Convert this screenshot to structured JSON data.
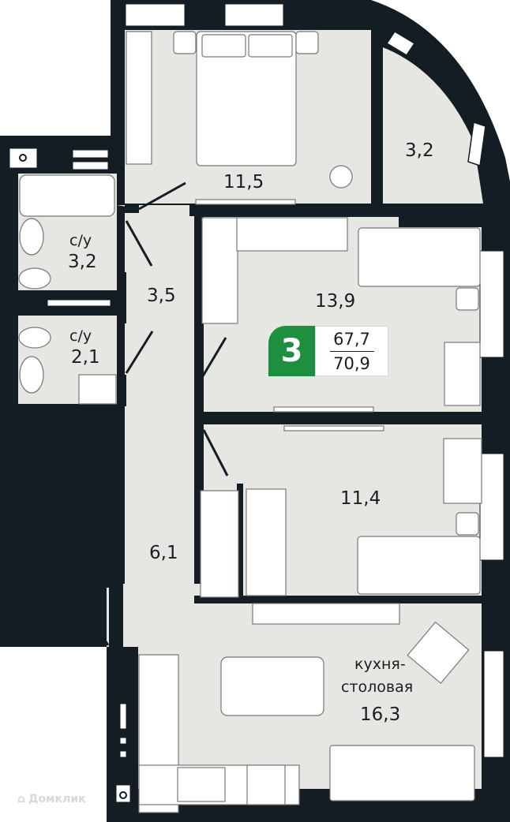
{
  "plan": {
    "rooms_count": "3",
    "living_area": "67,7",
    "total_area": "70,9",
    "badge_color": "#1e8f3e",
    "wall_color": "#141d24",
    "floor_color": "#e6e6e2"
  },
  "rooms": {
    "bedroom_main": {
      "area": "11,5"
    },
    "balcony": {
      "area": "3,2"
    },
    "bathroom_1": {
      "name": "с/у",
      "area": "3,2"
    },
    "bathroom_2": {
      "name": "с/у",
      "area": "2,1"
    },
    "corridor": {
      "area": "3,5"
    },
    "bedroom_2": {
      "area": "13,9"
    },
    "bedroom_3": {
      "area": "11,4"
    },
    "hallway": {
      "area": "6,1"
    },
    "kitchen": {
      "name_line1": "кухня-",
      "name_line2": "столовая",
      "area": "16,3"
    }
  },
  "watermark": {
    "text": "Домклик"
  }
}
